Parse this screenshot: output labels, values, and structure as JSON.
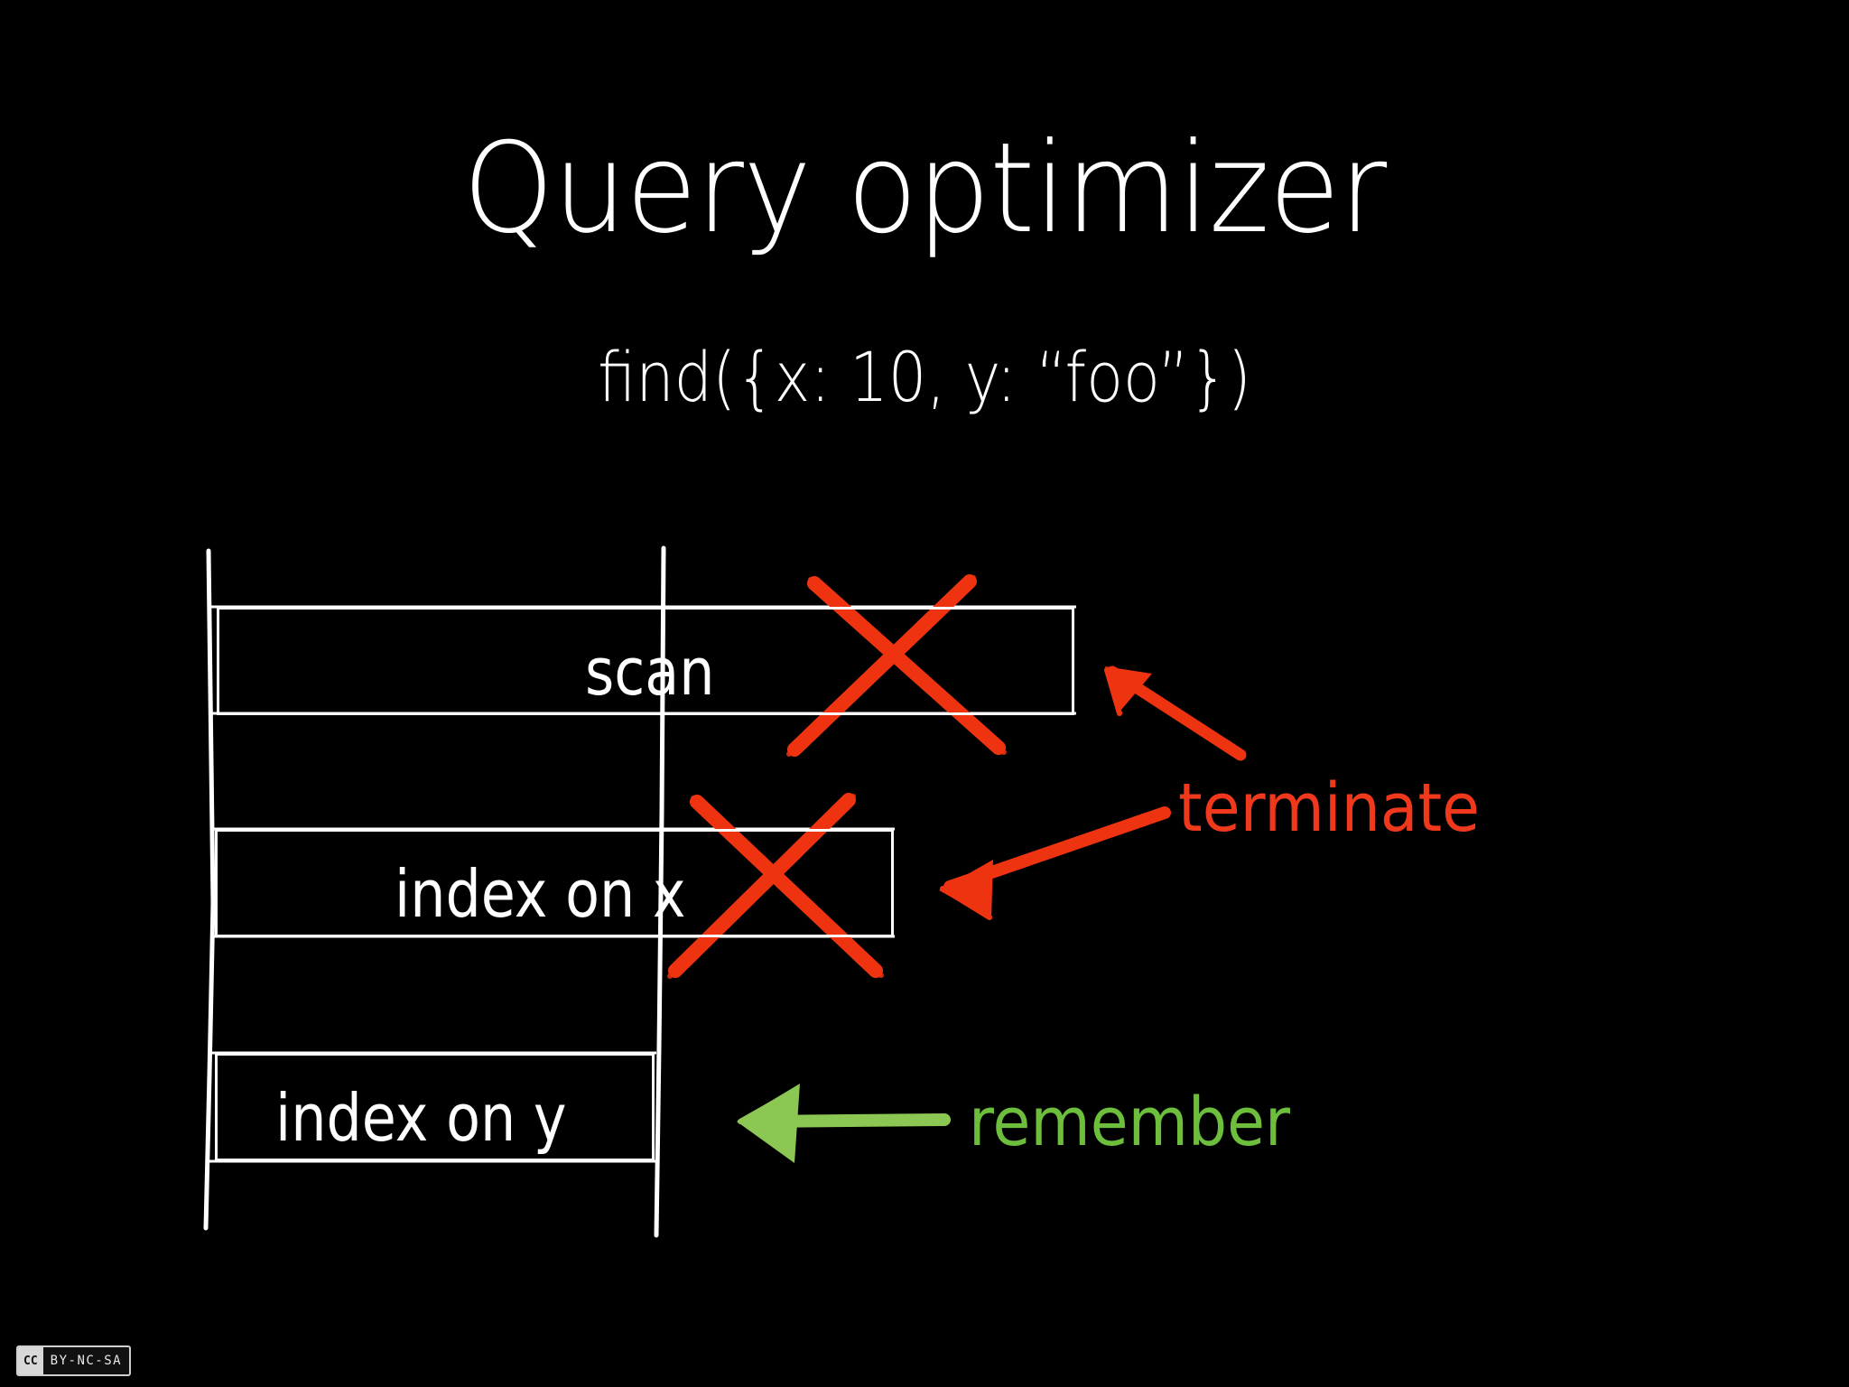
{
  "slide": {
    "title": "Query optimizer",
    "subtitle": "find({x: 10, y: “foo”})",
    "background_color": "#000000",
    "text_color": "#ffffff"
  },
  "table": {
    "rows": [
      {
        "label": "scan",
        "state": "terminated",
        "mark": "red-x"
      },
      {
        "label": "index on x",
        "state": "terminated",
        "mark": "red-x"
      },
      {
        "label": "index on y",
        "state": "remembered",
        "mark": "none"
      }
    ]
  },
  "annotations": [
    {
      "id": "terminate",
      "label": "terminate",
      "color": "#f0391c",
      "arrow": "red-arrow-up-left",
      "targets": [
        "scan",
        "index on x"
      ]
    },
    {
      "id": "remember",
      "label": "remember",
      "color": "#6cbe3c",
      "arrow": "green-arrow-left",
      "targets": [
        "index on y"
      ]
    }
  ],
  "license": {
    "mark": "CC",
    "terms": "BY-NC-SA"
  }
}
